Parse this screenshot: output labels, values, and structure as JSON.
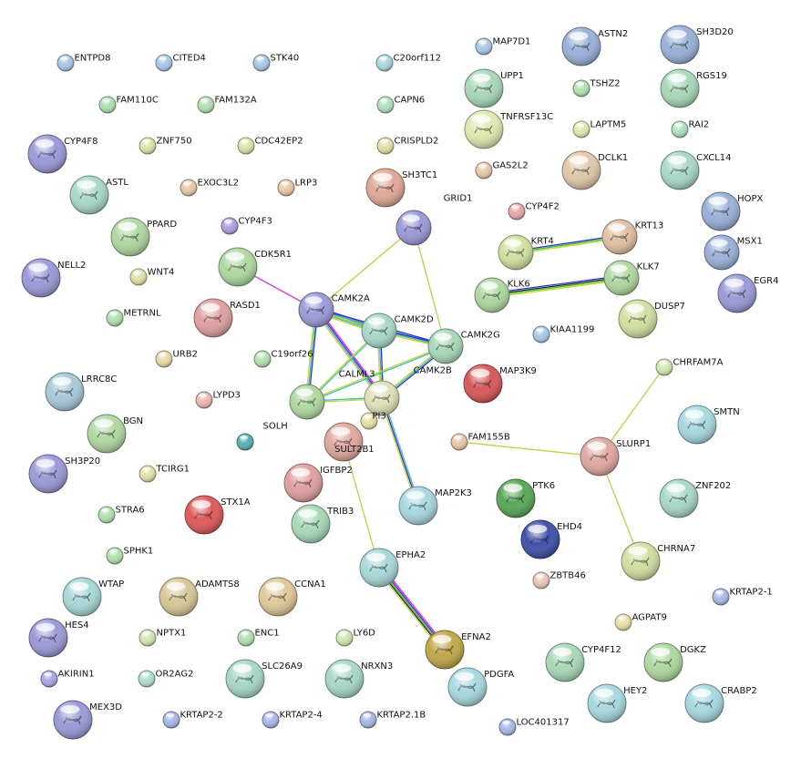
{
  "nodes": [
    {
      "id": "ENTPD8",
      "label": "ENTPD8",
      "color": "#a8c8e8",
      "size": "s"
    },
    {
      "id": "CITED4",
      "label": "CITED4",
      "color": "#a8c8e8",
      "size": "s"
    },
    {
      "id": "STK40",
      "label": "STK40",
      "color": "#a8c8e8",
      "size": "s"
    },
    {
      "id": "C20orf112",
      "label": "C20orf112",
      "color": "#a8d8e0",
      "size": "s"
    },
    {
      "id": "MAP7D1",
      "label": "MAP7D1",
      "color": "#a8c8e8",
      "size": "s"
    },
    {
      "id": "ASTN2",
      "label": "ASTN2",
      "color": "#9ab0d8",
      "size": "l"
    },
    {
      "id": "SH3D20",
      "label": "SH3D20",
      "color": "#9ab0d8",
      "size": "l"
    },
    {
      "id": "FAM110C",
      "label": "FAM110C",
      "color": "#b0e0b0",
      "size": "s"
    },
    {
      "id": "FAM132A",
      "label": "FAM132A",
      "color": "#b0e0b0",
      "size": "s"
    },
    {
      "id": "CAPN6",
      "label": "CAPN6",
      "color": "#b0e0c0",
      "size": "s"
    },
    {
      "id": "UPP1",
      "label": "UPP1",
      "color": "#a8d8b8",
      "size": "l"
    },
    {
      "id": "TSHZ2",
      "label": "TSHZ2",
      "color": "#b0e0b0",
      "size": "s"
    },
    {
      "id": "RGS19",
      "label": "RGS19",
      "color": "#a8d8b8",
      "size": "l"
    },
    {
      "id": "CYP4F8",
      "label": "CYP4F8",
      "color": "#9a9ad8",
      "size": "l"
    },
    {
      "id": "ZNF750",
      "label": "ZNF750",
      "color": "#e0e0a8",
      "size": "s"
    },
    {
      "id": "CDC42EP2",
      "label": "CDC42EP2",
      "color": "#e0e0a8",
      "size": "s"
    },
    {
      "id": "CRISPLD2",
      "label": "CRISPLD2",
      "color": "#e0e0a8",
      "size": "s"
    },
    {
      "id": "TNFRSF13C",
      "label": "TNFRSF13C",
      "color": "#e0e8b0",
      "size": "l"
    },
    {
      "id": "LAPTM5",
      "label": "LAPTM5",
      "color": "#e0e8b0",
      "size": "s"
    },
    {
      "id": "RAI2",
      "label": "RAI2",
      "color": "#b0e0c0",
      "size": "s"
    },
    {
      "id": "ASTL",
      "label": "ASTL",
      "color": "#a8d8c8",
      "size": "l"
    },
    {
      "id": "EXOC3L2",
      "label": "EXOC3L2",
      "color": "#e8c8a8",
      "size": "s"
    },
    {
      "id": "LRP3",
      "label": "LRP3",
      "color": "#e8c8a8",
      "size": "s"
    },
    {
      "id": "SH3TC1",
      "label": "SH3TC1",
      "color": "#e0a898",
      "size": "l"
    },
    {
      "id": "GAS2L2",
      "label": "GAS2L2",
      "color": "#e8c8a8",
      "size": "s"
    },
    {
      "id": "DCLK1",
      "label": "DCLK1",
      "color": "#e0c8a8",
      "size": "l"
    },
    {
      "id": "CXCL14",
      "label": "CXCL14",
      "color": "#a8d8c8",
      "size": "l"
    },
    {
      "id": "CYP4F3",
      "label": "CYP4F3",
      "color": "#b0a0e0",
      "size": "s"
    },
    {
      "id": "CYP4F2",
      "label": "CYP4F2",
      "color": "#e8a8a8",
      "size": "s"
    },
    {
      "id": "HOPX",
      "label": "HOPX",
      "color": "#9ab0d8",
      "size": "l"
    },
    {
      "id": "PPARD",
      "label": "PPARD",
      "color": "#b0d8a0",
      "size": "l"
    },
    {
      "id": "GRID1",
      "label": "GRID1",
      "color": "#9a9ad8",
      "size": "m"
    },
    {
      "id": "KRT4",
      "label": "KRT4",
      "color": "#d0e0a0",
      "size": "m"
    },
    {
      "id": "KRT13",
      "label": "KRT13",
      "color": "#e0c0a0",
      "size": "m"
    },
    {
      "id": "MSX1",
      "label": "MSX1",
      "color": "#9ab0d8",
      "size": "m"
    },
    {
      "id": "NELL2",
      "label": "NELL2",
      "color": "#9a9ad8",
      "size": "l"
    },
    {
      "id": "WNT4",
      "label": "WNT4",
      "color": "#e0e0a8",
      "size": "s"
    },
    {
      "id": "CDK5R1",
      "label": "CDK5R1",
      "color": "#b0d8a0",
      "size": "l"
    },
    {
      "id": "EGR4",
      "label": "EGR4",
      "color": "#9a9ad8",
      "size": "l"
    },
    {
      "id": "KLK6",
      "label": "KLK6",
      "color": "#b0d8a0",
      "size": "m"
    },
    {
      "id": "KLK7",
      "label": "KLK7",
      "color": "#b0d8a0",
      "size": "m"
    },
    {
      "id": "CAMK2A",
      "label": "CAMK2A",
      "color": "#9a9ad8",
      "size": "m"
    },
    {
      "id": "RASD1",
      "label": "RASD1",
      "color": "#e0a0a0",
      "size": "l"
    },
    {
      "id": "METRNL",
      "label": "METRNL",
      "color": "#b0e0b0",
      "size": "s"
    },
    {
      "id": "DUSP7",
      "label": "DUSP7",
      "color": "#d0e0a0",
      "size": "l"
    },
    {
      "id": "CAMK2D",
      "label": "CAMK2D",
      "color": "#a8d8c8",
      "size": "m"
    },
    {
      "id": "CAMK2G",
      "label": "CAMK2G",
      "color": "#a8d8b8",
      "size": "m"
    },
    {
      "id": "KIAA1199",
      "label": "KIAA1199",
      "color": "#a8c8e8",
      "size": "s"
    },
    {
      "id": "URB2",
      "label": "URB2",
      "color": "#e8d8a8",
      "size": "s"
    },
    {
      "id": "C19orf26",
      "label": "C19orf26",
      "color": "#b0e0b0",
      "size": "s"
    },
    {
      "id": "CHRFAM7A",
      "label": "CHRFAM7A",
      "color": "#d0e8b0",
      "size": "s"
    },
    {
      "id": "LRRC8C",
      "label": "LRRC8C",
      "color": "#a8c8d8",
      "size": "l"
    },
    {
      "id": "MAP3K9",
      "label": "MAP3K9",
      "color": "#d85858",
      "size": "l"
    },
    {
      "id": "CALML3",
      "label": "CALML3",
      "color": "#b0d8a0",
      "size": "m"
    },
    {
      "id": "CAMK2B",
      "label": "CAMK2B",
      "color": "#e0e0b8",
      "size": "m"
    },
    {
      "id": "LYPD3",
      "label": "LYPD3",
      "color": "#e8b8b0",
      "size": "s"
    },
    {
      "id": "PI3",
      "label": "PI3",
      "color": "#e8e0a8",
      "size": "s"
    },
    {
      "id": "BGN",
      "label": "BGN",
      "color": "#b0d8a0",
      "size": "l"
    },
    {
      "id": "SMTN",
      "label": "SMTN",
      "color": "#a8d8e0",
      "size": "l"
    },
    {
      "id": "SOLH",
      "label": "SOLH",
      "color": "#58b0b0",
      "size": "s"
    },
    {
      "id": "FAM155B",
      "label": "FAM155B",
      "color": "#e8c8a8",
      "size": "s"
    },
    {
      "id": "SULT2B1",
      "label": "SULT2B1",
      "color": "#e0a8a0",
      "size": "l"
    },
    {
      "id": "SLURP1",
      "label": "SLURP1",
      "color": "#e0a8a0",
      "size": "l"
    },
    {
      "id": "SH3P20",
      "label": "SH3P20",
      "color": "#9a9ad8",
      "size": "l"
    },
    {
      "id": "TCIRG1",
      "label": "TCIRG1",
      "color": "#e0e0a8",
      "size": "s"
    },
    {
      "id": "IGFBP2",
      "label": "IGFBP2",
      "color": "#e0a0a0",
      "size": "l"
    },
    {
      "id": "PTK6",
      "label": "PTK6",
      "color": "#58a858",
      "size": "l"
    },
    {
      "id": "ZNF202",
      "label": "ZNF202",
      "color": "#a8d8c8",
      "size": "l"
    },
    {
      "id": "TRIB3",
      "label": "TRIB3",
      "color": "#a8d8b8",
      "size": "l"
    },
    {
      "id": "MAP2K3",
      "label": "MAP2K3",
      "color": "#a8d8e0",
      "size": "l"
    },
    {
      "id": "STRA6",
      "label": "STRA6",
      "color": "#b0e0b0",
      "size": "s"
    },
    {
      "id": "EHD4",
      "label": "EHD4",
      "color": "#4050a8",
      "size": "l"
    },
    {
      "id": "STX1A",
      "label": "STX1A",
      "color": "#e05858",
      "size": "l"
    },
    {
      "id": "SPHK1",
      "label": "SPHK1",
      "color": "#b0e0b0",
      "size": "s"
    },
    {
      "id": "EPHA2",
      "label": "EPHA2",
      "color": "#a8d8d8",
      "size": "l"
    },
    {
      "id": "CHRNA7",
      "label": "CHRNA7",
      "color": "#d0e0a0",
      "size": "l"
    },
    {
      "id": "ZBTB46",
      "label": "ZBTB46",
      "color": "#e8c8b8",
      "size": "s"
    },
    {
      "id": "WTAP",
      "label": "WTAP",
      "color": "#a8d8d8",
      "size": "l"
    },
    {
      "id": "ADAMTS8",
      "label": "ADAMTS8",
      "color": "#d8c898",
      "size": "l"
    },
    {
      "id": "CCNA1",
      "label": "CCNA1",
      "color": "#e0c898",
      "size": "l"
    },
    {
      "id": "KRTAP2-1",
      "label": "KRTAP2-1",
      "color": "#a8b8e8",
      "size": "s"
    },
    {
      "id": "HES4",
      "label": "HES4",
      "color": "#9a9ad8",
      "size": "l"
    },
    {
      "id": "NPTX1",
      "label": "NPTX1",
      "color": "#d0e8b0",
      "size": "s"
    },
    {
      "id": "ENC1",
      "label": "ENC1",
      "color": "#b0e0b0",
      "size": "s"
    },
    {
      "id": "LY6D",
      "label": "LY6D",
      "color": "#d0e8b0",
      "size": "s"
    },
    {
      "id": "EFNA2",
      "label": "EFNA2",
      "color": "#c0a848",
      "size": "l"
    },
    {
      "id": "AGPAT9",
      "label": "AGPAT9",
      "color": "#e8e0a8",
      "size": "s"
    },
    {
      "id": "CYP4F12",
      "label": "CYP4F12",
      "color": "#a8d8b8",
      "size": "l"
    },
    {
      "id": "DGKZ",
      "label": "DGKZ",
      "color": "#b0d8a0",
      "size": "l"
    },
    {
      "id": "AKIRIN1",
      "label": "AKIRIN1",
      "color": "#a8a8e0",
      "size": "s"
    },
    {
      "id": "OR2AG2",
      "label": "OR2AG2",
      "color": "#b0e0d0",
      "size": "s"
    },
    {
      "id": "SLC26A9",
      "label": "SLC26A9",
      "color": "#a8d8c8",
      "size": "l"
    },
    {
      "id": "NRXN3",
      "label": "NRXN3",
      "color": "#a8d8c8",
      "size": "l"
    },
    {
      "id": "PDGFA",
      "label": "PDGFA",
      "color": "#a8d8e0",
      "size": "l"
    },
    {
      "id": "HEY2",
      "label": "HEY2",
      "color": "#a8d8e0",
      "size": "l"
    },
    {
      "id": "CRABP2",
      "label": "CRABP2",
      "color": "#a8d8e0",
      "size": "l"
    },
    {
      "id": "MEX3D",
      "label": "MEX3D",
      "color": "#9a9ad8",
      "size": "l"
    },
    {
      "id": "KRTAP2-2",
      "label": "KRTAP2-2",
      "color": "#a8b8e8",
      "size": "s"
    },
    {
      "id": "KRTAP2-4",
      "label": "KRTAP2-4",
      "color": "#a8b8e8",
      "size": "s"
    },
    {
      "id": "KRTAP2.1B",
      "label": "KRTAP2.1B",
      "color": "#a8b8e8",
      "size": "s"
    },
    {
      "id": "LOC401317",
      "label": "LOC401317",
      "color": "#a8b8e8",
      "size": "s"
    }
  ],
  "edges": [
    {
      "source": "CAMK2A",
      "target": "CAMK2D",
      "colors": [
        "#ff00ff",
        "#3030d0",
        "#30c030",
        "#30c0c0",
        "#d0d030"
      ]
    },
    {
      "source": "CAMK2A",
      "target": "CAMK2B",
      "colors": [
        "#ff00ff",
        "#3030d0",
        "#30c0c0",
        "#d0d030"
      ]
    },
    {
      "source": "CAMK2A",
      "target": "CAMK2G",
      "colors": [
        "#3030d0",
        "#30c0c0",
        "#d0d030"
      ]
    },
    {
      "source": "CAMK2A",
      "target": "CALML3",
      "colors": [
        "#3030d0",
        "#30c0c0",
        "#d0d030"
      ]
    },
    {
      "source": "CAMK2D",
      "target": "CAMK2B",
      "colors": [
        "#3030d0",
        "#30c0c0",
        "#d0d030"
      ]
    },
    {
      "source": "CAMK2D",
      "target": "CAMK2G",
      "colors": [
        "#3030d0",
        "#30c0c0",
        "#d0d030"
      ]
    },
    {
      "source": "CAMK2D",
      "target": "CALML3",
      "colors": [
        "#30c0c0",
        "#d0d030"
      ]
    },
    {
      "source": "CAMK2G",
      "target": "CAMK2B",
      "colors": [
        "#3030d0",
        "#30c0c0",
        "#d0d030"
      ]
    },
    {
      "source": "CAMK2G",
      "target": "CALML3",
      "colors": [
        "#30c0c0",
        "#d0d030"
      ]
    },
    {
      "source": "CALML3",
      "target": "CAMK2B",
      "colors": [
        "#30c0c0",
        "#d0d030"
      ]
    },
    {
      "source": "CAMK2A",
      "target": "GRID1",
      "colors": [
        "#c0d040"
      ]
    },
    {
      "source": "GRID1",
      "target": "CAMK2G",
      "colors": [
        "#c0d040"
      ]
    },
    {
      "source": "CDK5R1",
      "target": "CAMK2A",
      "colors": [
        "#e040c0"
      ]
    },
    {
      "source": "CAMK2B",
      "target": "MAP2K3",
      "colors": [
        "#30c0c0",
        "#3030d0",
        "#d0d030"
      ]
    },
    {
      "source": "SULT2B1",
      "target": "EPHA2",
      "colors": [
        "#c0d040"
      ]
    },
    {
      "source": "EPHA2",
      "target": "EFNA2",
      "colors": [
        "#ff00ff",
        "#3030d0",
        "#30c030",
        "#202020",
        "#d0d030"
      ]
    },
    {
      "source": "KRT4",
      "target": "KRT13",
      "colors": [
        "#3030d0",
        "#30c030",
        "#d0d030"
      ]
    },
    {
      "source": "KLK6",
      "target": "KLK7",
      "colors": [
        "#3030d0",
        "#202020",
        "#30c030",
        "#d0d030"
      ]
    },
    {
      "source": "FAM155B",
      "target": "SLURP1",
      "colors": [
        "#c0d040"
      ]
    },
    {
      "source": "CHRFAM7A",
      "target": "SLURP1",
      "colors": [
        "#c0d040"
      ]
    },
    {
      "source": "SLURP1",
      "target": "CHRNA7",
      "colors": [
        "#c0d040"
      ]
    }
  ]
}
